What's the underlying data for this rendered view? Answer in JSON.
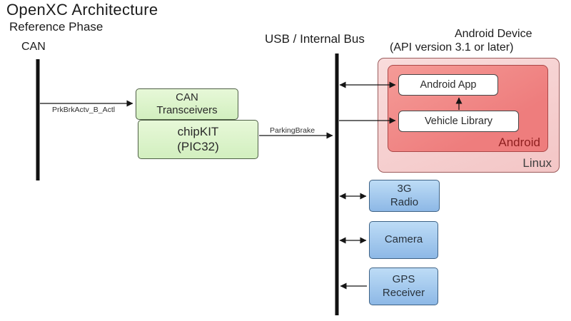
{
  "title": "OpenXC Architecture",
  "subtitle": "Reference Phase",
  "can": {
    "label": "CAN",
    "signal": "PrkBrkActv_B_Actl"
  },
  "bus": {
    "label": "USB / Internal Bus",
    "signal": "ParkingBrake"
  },
  "nodes": {
    "transceivers": {
      "label": "CAN\nTransceivers"
    },
    "chipkit": {
      "label": "chipKIT\n(PIC32)"
    }
  },
  "android_device": {
    "title": "Android Device",
    "subtitle": "(API version 3.1 or later)",
    "os_outer": "Linux",
    "os_inner": "Android",
    "app": "Android App",
    "library": "Vehicle Library"
  },
  "peripherals": [
    {
      "label": "3G\nRadio"
    },
    {
      "label": "Camera"
    },
    {
      "label": "GPS\nReceiver"
    }
  ],
  "colors": {
    "node_green": "#d9f0c6",
    "node_blue": "#a5cdef",
    "linux_pink": "#f6cfcf",
    "android_salmon": "#ee7d7d",
    "android_label_red": "#8e1f1f",
    "line_black": "#151515"
  }
}
